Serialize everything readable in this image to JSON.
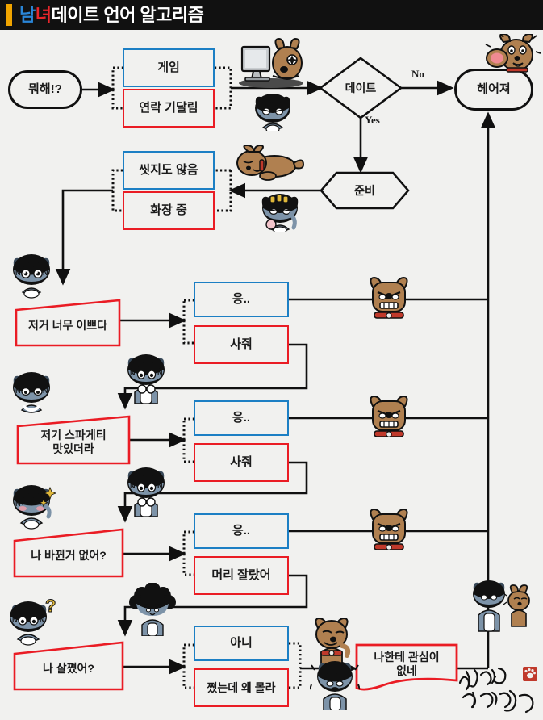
{
  "header": {
    "title_parts": [
      {
        "text": "남",
        "color": "#2a86d8"
      },
      {
        "text": "녀",
        "color": "#e8262b"
      },
      {
        "text": "데이트 언어 알고리즘",
        "color": "#ffffff"
      }
    ],
    "title_full": "남녀데이트 언어 알고리즘",
    "accent_bar_color": "#f0a400",
    "background_color": "#111111"
  },
  "colors": {
    "blue_box": "#1c7fc4",
    "red_box": "#ea1c24",
    "line": "#101010",
    "page_background": "#f1f1ef",
    "text": "#1b1b1b"
  },
  "flow": {
    "start": {
      "label": "뭐해!?"
    },
    "option_pairs": [
      {
        "blue": "게임",
        "red": "연락 기달림"
      },
      {
        "blue": "씻지도 않음",
        "red": "화장 중"
      },
      {
        "blue": "응..",
        "red": "사줘"
      },
      {
        "blue": "응..",
        "red": "사줘"
      },
      {
        "blue": "응..",
        "red": "머리 잘랐어"
      },
      {
        "blue": "아니",
        "red": "쪘는데 왜 몰라"
      }
    ],
    "decision": {
      "label": "데이트",
      "yes_label": "Yes",
      "no_label": "No"
    },
    "process": {
      "label": "준비"
    },
    "end": {
      "label": "헤어져"
    },
    "questions": [
      {
        "label": "저거 너무 이쁘다"
      },
      {
        "label": "저기 스파게티\n맛있더라",
        "line1": "저기 스파게티",
        "line2": "맛있더라"
      },
      {
        "label": "나 바뀐거 없어?"
      },
      {
        "label": "나 살쪘어?"
      }
    ],
    "final": {
      "line1": "나한테 관심이",
      "line2": "없네"
    }
  },
  "characters": [
    {
      "name": "dog-at-computer-icon",
      "caption": "게임하는 개"
    },
    {
      "name": "angry-cat-icon",
      "caption": "화난 고양이"
    },
    {
      "name": "crying-dog-icon",
      "caption": "우는 개"
    },
    {
      "name": "lying-dog-icon",
      "caption": "누워있는 개"
    },
    {
      "name": "cat-makeup-icon",
      "caption": "화장하는 고양이"
    },
    {
      "name": "sparkle-eyes-cat-icon",
      "caption": "눈 반짝이는 고양이"
    },
    {
      "name": "begging-cat-icon",
      "caption": "조르는 고양이"
    },
    {
      "name": "grumpy-dog-icon",
      "caption": "무뚝뚝한 개"
    },
    {
      "name": "new-haircut-cat-icon",
      "caption": "머리 자른 고양이"
    },
    {
      "name": "afro-cat-icon",
      "caption": "파마한 고양이"
    },
    {
      "name": "question-cat-icon",
      "caption": "물음표 고양이"
    },
    {
      "name": "thinking-dog-icon",
      "caption": "고민하는 개"
    },
    {
      "name": "furious-cat-icon",
      "caption": "분노한 고양이"
    },
    {
      "name": "couple-icon",
      "caption": "커플"
    }
  ],
  "signature": {
    "line1": "깨앤냥",
    "line2": "컨텐츠사무소",
    "stamp": "발바닥 도장"
  }
}
